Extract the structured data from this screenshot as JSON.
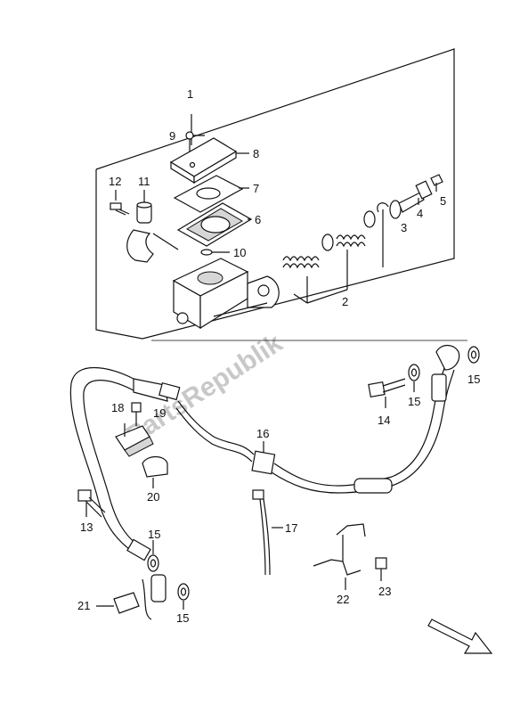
{
  "watermark": "PartsRepublik",
  "callouts": {
    "c1": "1",
    "c2": "2",
    "c3": "3",
    "c4": "4",
    "c5": "5",
    "c6": "6",
    "c7": "7",
    "c8": "8",
    "c9": "9",
    "c10": "10",
    "c11": "11",
    "c12": "12",
    "c13": "13",
    "c14": "14",
    "c15a": "15",
    "c15b": "15",
    "c15c": "15",
    "c15d": "15",
    "c16": "16",
    "c17": "17",
    "c18": "18",
    "c19": "19",
    "c20": "20",
    "c21": "21",
    "c22": "22",
    "c23": "23"
  },
  "icons": {
    "direction": "front-arrow-icon"
  },
  "colors": {
    "line": "#111111",
    "watermark": "#c8c8c8"
  }
}
